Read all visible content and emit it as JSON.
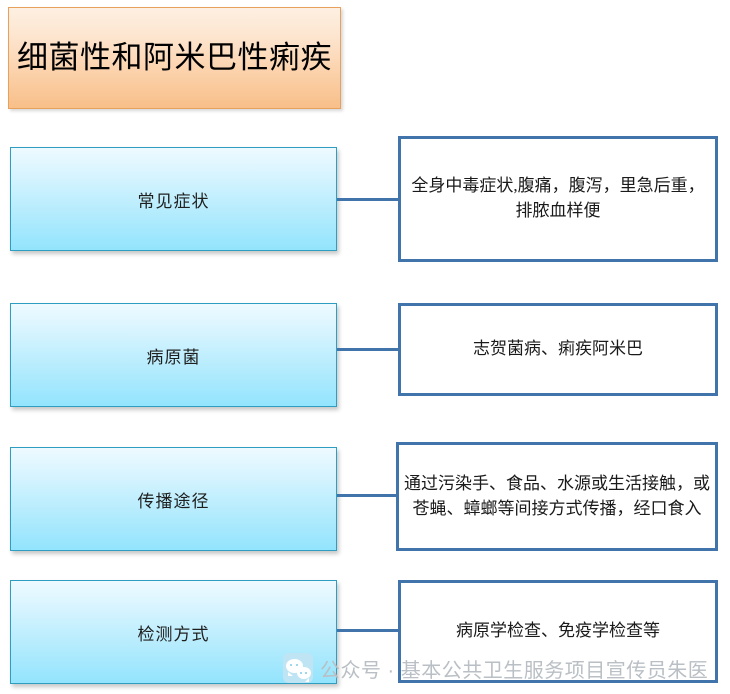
{
  "title": {
    "text": "细菌性和阿米巴性痢疾"
  },
  "colors": {
    "title_border": "#e8a15c",
    "title_gradient_top": "#fdf0e2",
    "title_gradient_bottom": "#f8bf89",
    "label_border": "#2e9dc0",
    "label_gradient_top": "#eefaff",
    "label_gradient_bottom": "#93e4fd",
    "detail_border": "#4174ab",
    "connector": "#4174ab",
    "watermark_text": "#b9bfc4"
  },
  "rows": [
    {
      "label": "常见症状",
      "detail": "全身中毒症状,腹痛，腹泻，里急后重，排脓血样便"
    },
    {
      "label": "病原菌",
      "detail": "志贺菌病、痢疾阿米巴"
    },
    {
      "label": "传播途径",
      "detail": "通过污染手、食品、水源或生活接触，或苍蝇、蟑螂等间接方式传播，经口食入"
    },
    {
      "label": "检测方式",
      "detail": "病原学检查、免疫学检查等"
    }
  ],
  "watermark": {
    "icon": "wechat-icon",
    "text": "公众号 · 基本公共卫生服务项目宣传员朱医"
  }
}
